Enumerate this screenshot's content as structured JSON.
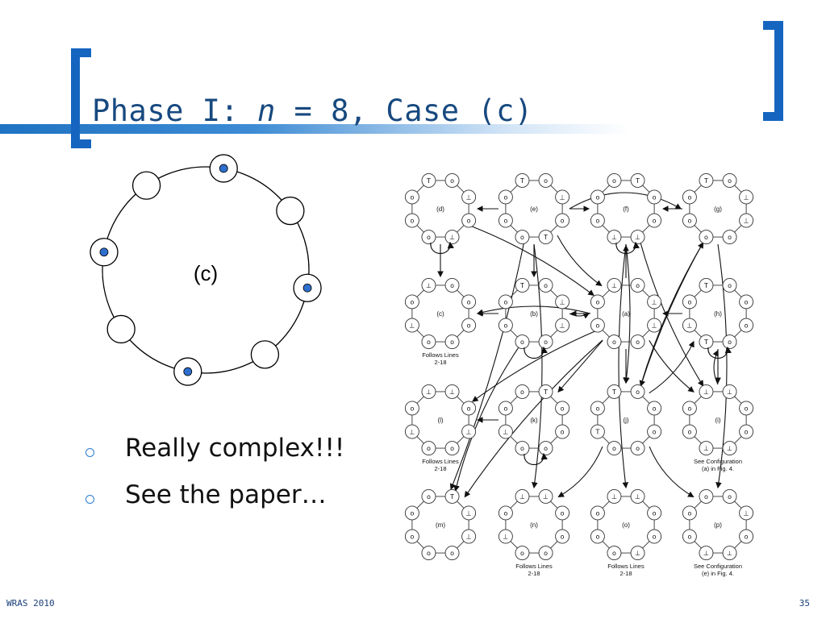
{
  "slide": {
    "title_prefix": "Phase I: ",
    "title_var": "n",
    "title_suffix": " = 8, Case (c)",
    "ring_label": "(c)",
    "bullets": [
      "Really complex!!!",
      "See the paper…"
    ],
    "footer_left": "WRAS 2010",
    "page_number": "35"
  },
  "colors": {
    "accent": "#1565c0",
    "title": "#17497f",
    "robot_dot": "#2e6fce"
  },
  "ring_nodes": [
    {
      "occupied": true
    },
    {
      "occupied": false
    },
    {
      "occupied": true
    },
    {
      "occupied": false
    },
    {
      "occupied": true
    },
    {
      "occupied": false
    },
    {
      "occupied": true
    },
    {
      "occupied": false
    }
  ],
  "diagram": {
    "configs": [
      {
        "id": "(d)",
        "cells": [
          "T",
          "o",
          "⊥",
          "o",
          "⊥",
          "o",
          "o",
          "o"
        ],
        "loop": true
      },
      {
        "id": "(e)",
        "cells": [
          "T",
          "o",
          "⊥",
          "o",
          "T",
          "o",
          "o",
          "o"
        ],
        "loop": false
      },
      {
        "id": "(f)",
        "cells": [
          "o",
          "T",
          "o",
          "o",
          "⊥",
          "⊥",
          "o",
          "o"
        ],
        "loop": true
      },
      {
        "id": "(g)",
        "cells": [
          "T",
          "o",
          "⊥",
          "⊥",
          "o",
          "o",
          "o",
          "o"
        ],
        "loop": false
      },
      {
        "id": "(c)",
        "cells": [
          "⊥",
          "o",
          "o",
          "o",
          "o",
          "o",
          "⊥",
          "o"
        ],
        "loop": false
      },
      {
        "id": "(b)",
        "cells": [
          "T",
          "o",
          "⊥",
          "⊥",
          "o",
          "o",
          "o",
          "o"
        ],
        "loop": true
      },
      {
        "id": "(a)",
        "cells": [
          "⊥",
          "o",
          "⊥",
          "⊥",
          "o",
          "o",
          "o",
          "o"
        ],
        "loop": false
      },
      {
        "id": "(h)",
        "cells": [
          "T",
          "o",
          "o",
          "o",
          "o",
          "T",
          "⊥",
          "o"
        ],
        "loop": true
      },
      {
        "id": "(l)",
        "cells": [
          "⊥",
          "⊥",
          "o",
          "⊥",
          "o",
          "o",
          "⊥",
          "o"
        ],
        "loop": false
      },
      {
        "id": "(k)",
        "cells": [
          "o",
          "T",
          "o",
          "o",
          "o",
          "o",
          "⊥",
          "o"
        ],
        "loop": true
      },
      {
        "id": "(j)",
        "cells": [
          "T",
          "o",
          "o",
          "o",
          "o",
          "o",
          "T",
          "o"
        ],
        "loop": false
      },
      {
        "id": "(i)",
        "cells": [
          "⊥",
          "⊥",
          "o",
          "o",
          "⊥",
          "⊥",
          "o",
          "o"
        ],
        "loop": false
      },
      {
        "id": "(m)",
        "cells": [
          "o",
          "T",
          "⊥",
          "⊥",
          "o",
          "o",
          "o",
          "o"
        ],
        "loop": false
      },
      {
        "id": "(n)",
        "cells": [
          "⊥",
          "⊥",
          "o",
          "o",
          "o",
          "o",
          "⊥",
          "o"
        ],
        "loop": false
      },
      {
        "id": "(o)",
        "cells": [
          "⊥",
          "⊥",
          "o",
          "o",
          "⊥",
          "o",
          "o",
          "o"
        ],
        "loop": false
      },
      {
        "id": "(p)",
        "cells": [
          "o",
          "o",
          "⊥",
          "o",
          "⊥",
          "⊥",
          "o",
          "o"
        ],
        "loop": false
      }
    ],
    "captions": [
      {
        "config": "(c)",
        "lines": [
          "Follows Lines",
          "2-18"
        ]
      },
      {
        "config": "(l)",
        "lines": [
          "Follows Lines",
          "2-18"
        ]
      },
      {
        "config": "(i)",
        "lines": [
          "See Configuration",
          "(a) in Fig. 4."
        ]
      },
      {
        "config": "(n)",
        "lines": [
          "Follows Lines",
          "2-18"
        ]
      },
      {
        "config": "(o)",
        "lines": [
          "Follows Lines",
          "2-18"
        ]
      },
      {
        "config": "(p)",
        "lines": [
          "See Configuration",
          "(e) in Fig. 4."
        ]
      }
    ]
  }
}
